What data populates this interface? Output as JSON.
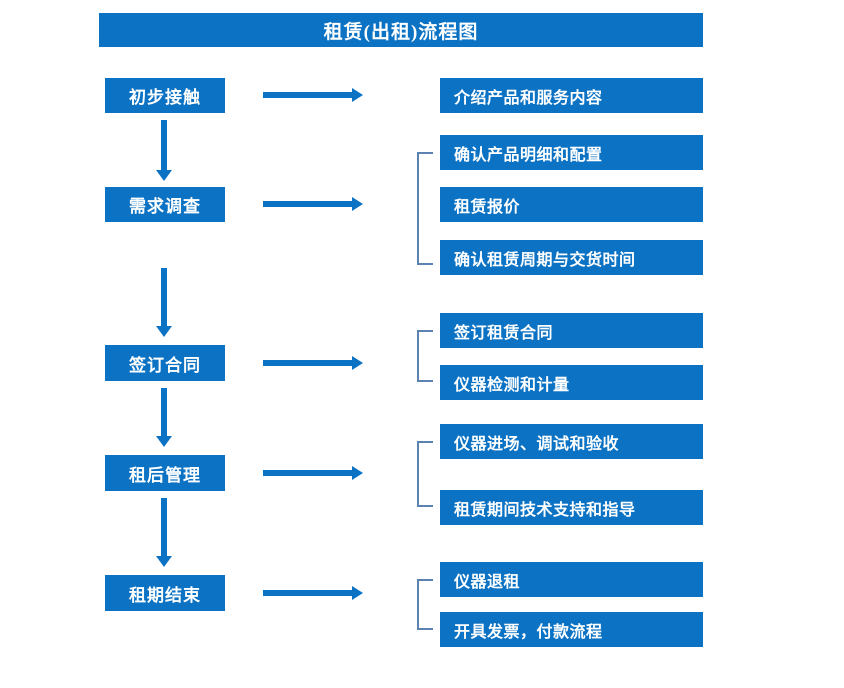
{
  "chart_data": {
    "type": "diagram",
    "title": "租赁(出租)流程图",
    "diagram_kind": "flowchart",
    "orientation": "vertical-stages-with-detail-branches",
    "stages": [
      {
        "label": "初步接触",
        "details": [
          "介绍产品和服务内容"
        ]
      },
      {
        "label": "需求调查",
        "details": [
          "确认产品明细和配置",
          "租赁报价",
          "确认租赁周期与交货时间"
        ]
      },
      {
        "label": "签订合同",
        "details": [
          "签订租赁合同",
          "仪器检测和计量"
        ]
      },
      {
        "label": "租后管理",
        "details": [
          "仪器进场、调试和验收",
          "租赁期间技术支持和指导"
        ]
      },
      {
        "label": "租期结束",
        "details": [
          "仪器退租",
          "开具发票，付款流程"
        ]
      }
    ],
    "colors": {
      "box_fill": "#0B72C4",
      "box_text": "#FFFFFF",
      "arrow": "#0B72C4",
      "bracket": "#5B82B0",
      "background": "#FFFFFF"
    }
  },
  "header": {
    "title": "租赁(出租)流程图"
  },
  "stages": [
    {
      "label": "初步接触"
    },
    {
      "label": "需求调查"
    },
    {
      "label": "签订合同"
    },
    {
      "label": "租后管理"
    },
    {
      "label": "租期结束"
    }
  ],
  "details": [
    {
      "label": "介绍产品和服务内容"
    },
    {
      "label": "确认产品明细和配置"
    },
    {
      "label": "租赁报价"
    },
    {
      "label": "确认租赁周期与交货时间"
    },
    {
      "label": "签订租赁合同"
    },
    {
      "label": "仪器检测和计量"
    },
    {
      "label": "仪器进场、调试和验收"
    },
    {
      "label": "租赁期间技术支持和指导"
    },
    {
      "label": "仪器退租"
    },
    {
      "label": "开具发票，付款流程"
    }
  ]
}
